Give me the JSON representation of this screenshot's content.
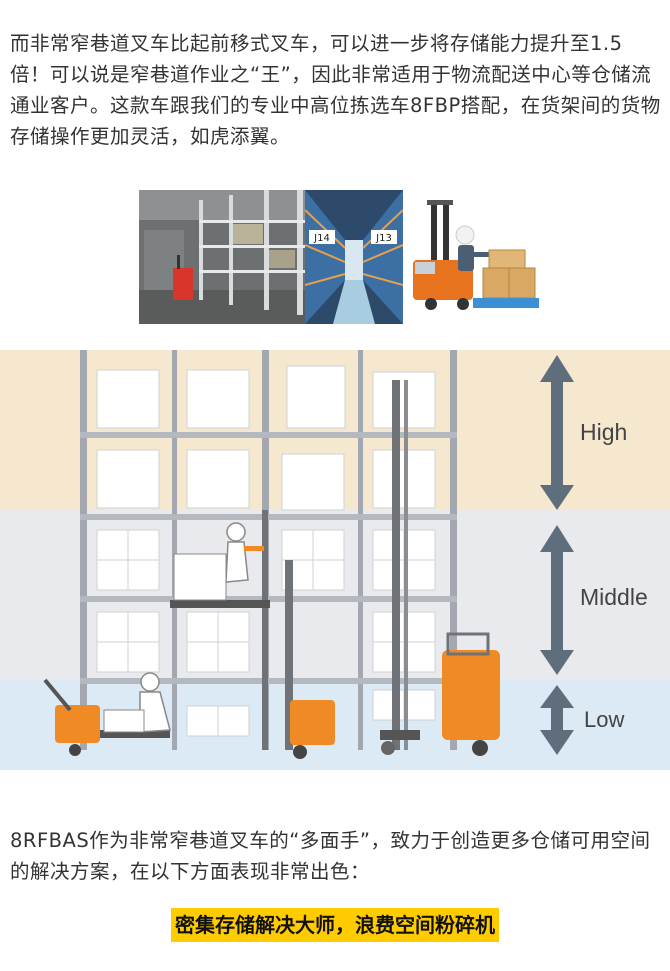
{
  "intro_text": "而非常窄巷道叉车比起前移式叉车，可以进一步将存储能力提升至1.5倍！可以说是窄巷道作业之“王”，因此非常适用于物流配送中心等仓储流通业客户。这款车跟我们的专业中高位拣选车8FBP搭配，在货架间的货物存储操作更加灵活，如虎添翼。",
  "photos": [
    {
      "icon": "warehouse-forklift-photo"
    },
    {
      "icon": "narrow-aisle-racks-photo",
      "aisle_labels": [
        "J14",
        "J13"
      ]
    },
    {
      "icon": "order-picker-operator-photo"
    }
  ],
  "diagram": {
    "zones": [
      {
        "label": "High"
      },
      {
        "label": "Middle"
      },
      {
        "label": "Low"
      }
    ],
    "colors": {
      "high": "#f6e7cf",
      "middle": "#e9eaee",
      "low": "#dbeaf5",
      "rack": "#9ea3ab",
      "truck": "#f08a24"
    }
  },
  "outro_text": "8RFBAS作为非常窄巷道叉车的“多面手”，致力于创造更多仓储可用空间的解决方案，在以下方面表现非常出色：",
  "highlight_text": "密集存储解决大师，浪费空间粉碎机"
}
